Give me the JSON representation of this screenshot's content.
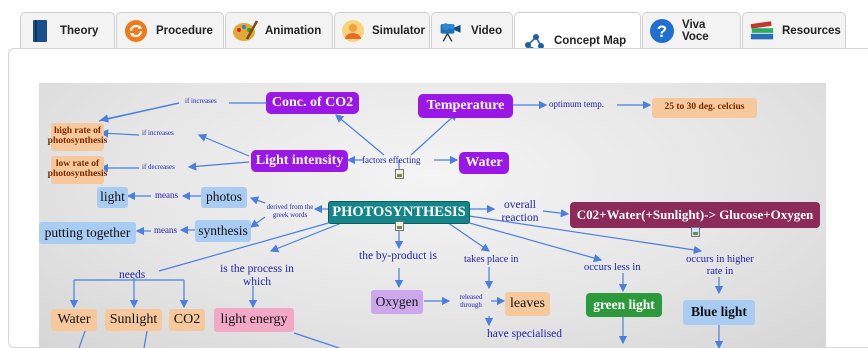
{
  "tabs": [
    {
      "label": "Theory",
      "icon": "book-icon"
    },
    {
      "label": "Procedure",
      "icon": "refresh-icon"
    },
    {
      "label": "Animation",
      "icon": "palette-icon"
    },
    {
      "label": "Simulator",
      "icon": "simulator-icon"
    },
    {
      "label": "Video",
      "icon": "video-camera-icon"
    },
    {
      "label": "Concept Map",
      "icon": "concept-map-icon"
    },
    {
      "label": "Viva Voce",
      "icon": "help-icon"
    },
    {
      "label": "Resources",
      "icon": "books-icon"
    }
  ],
  "active_tab": "Concept Map",
  "concept_map": {
    "nodes": {
      "conc_co2": "Conc. of CO2",
      "temperature": "Temperature",
      "temp_range": "25 to 30 deg. celcius",
      "high_rate": "high rate of photosynthesis",
      "low_rate": "low rate of photosynthesis",
      "light_intensity": "Light intensity",
      "water_factor": "Water",
      "photosynthesis": "PHOTOSYNTHESIS",
      "equation": "C02+Water(+Sunlight)-> Glucose+Oxygen",
      "light": "light",
      "photos": "photos",
      "putting_together": "putting together",
      "synthesis": "synthesis",
      "water_need": "Water",
      "sunlight": "Sunlight",
      "co2": "CO2",
      "light_energy": "light energy",
      "oxygen": "Oxygen",
      "leaves": "leaves",
      "green_light": "green light",
      "blue_light": "Blue light"
    },
    "links": {
      "if_increases_co2": "if increases",
      "if_increases_light": "if increases",
      "if_decreases": "if decreases",
      "factors_effecting": "factors effecting",
      "optimum_temp": "optimum temp.",
      "overall_reaction": "overall reaction",
      "derived_from": "derived from the greek words",
      "means_light": "means",
      "means_putting": "means",
      "needs": "needs",
      "is_the_process": "is the process in which",
      "by_product": "the by-product is",
      "released_through": "released through",
      "takes_place_in": "takes place in",
      "occurs_less_in": "occurs less in",
      "occurs_higher": "occurs in higher rate in",
      "have_specialised": "have specialised"
    }
  },
  "colors": {
    "purple": "#9b17e6",
    "teal": "#16858a",
    "maroon": "#8c2a5a",
    "link_text": "#1e24b4",
    "arrow": "#4a7fe0"
  }
}
